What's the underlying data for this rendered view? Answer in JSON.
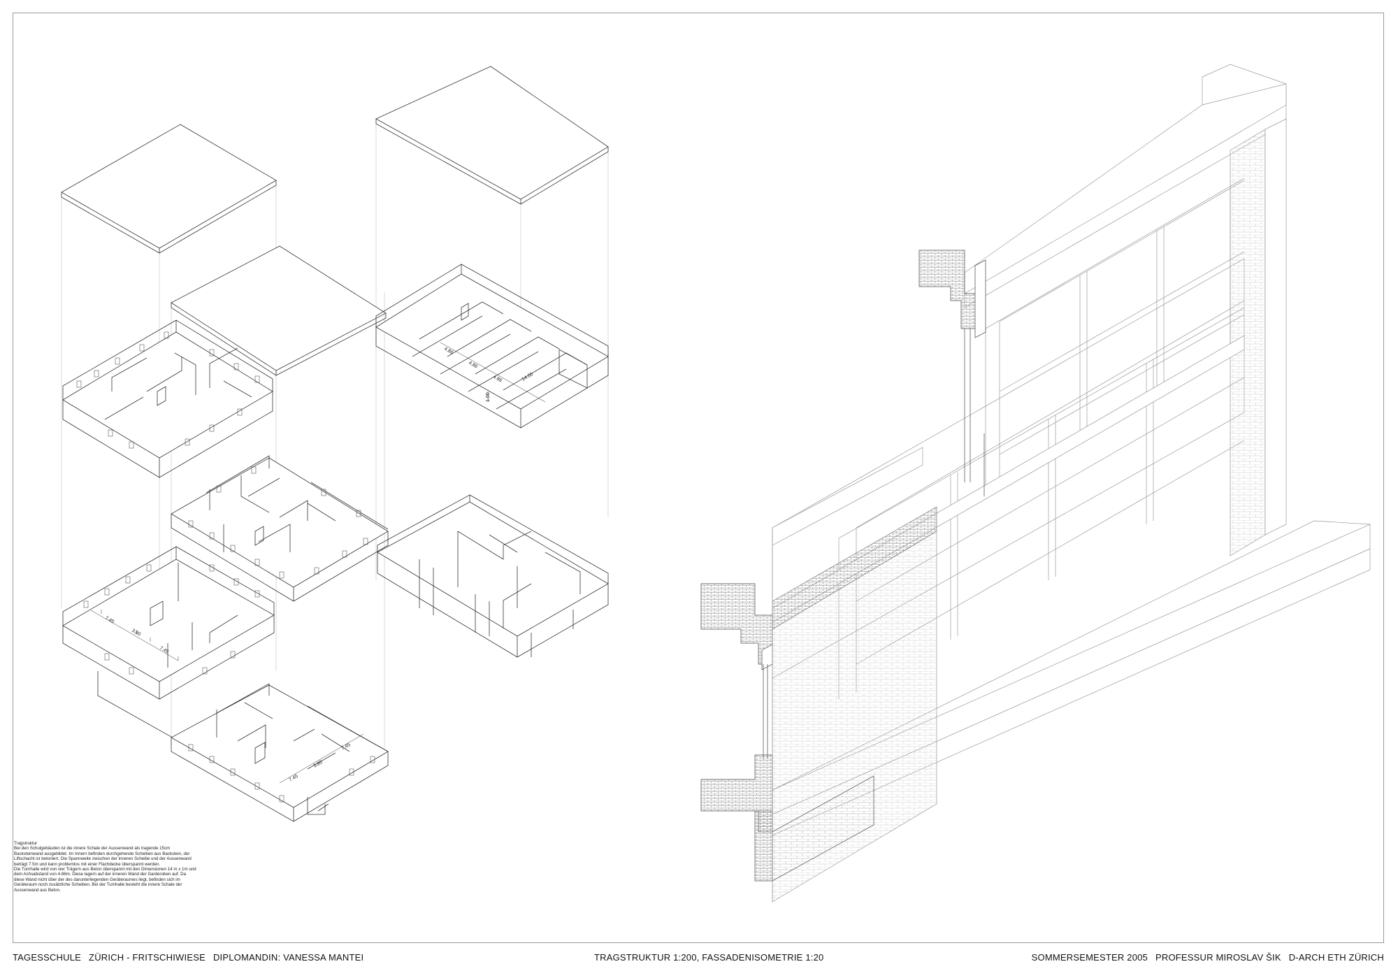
{
  "notes": {
    "title": "Tragstruktur",
    "paragraph_1": "Bei den Schulgebäuden ist die innere Schale der Aussenwand als tragende 15cm Backsteinwand ausgebildet. Im Innern befinden durchgehende Scheiben aus Backstein, der Liftschacht ist betoniert. Die Spannweite zwischen der inneren Scheibe und der Aussenwand beträgt 7.5m und kann problemlos mit einer Flachdecke überspannt werden.",
    "paragraph_2": "Die Turnhalle wird von vier Trägern aus Beton überspannt mit den Dimensionen 14 m x 1m und dem Achsabstand von 4.86m. Diese lagern auf der inneren Wand der Garderoben auf. Da diese Wand nicht über der des darunterliegenden Geräteraumes liegt, befinden sich im Geräteraum noch zusätzliche Scheiben. Bei der Turnhalle besteht die innere Schale der Aussenwand aus Beton."
  },
  "titleblock": {
    "project": "TAGESSCHULE",
    "location": "ZÜRICH - FRITSCHIWIESE",
    "author_label": "DIPLOMANDIN:",
    "author": "VANESSA MANTEI",
    "drawing": "TRAGSTRUKTUR 1:200, FASSADENISOMETRIE 1:20",
    "semester": "SOMMERSEMESTER 2005",
    "chair": "PROFESSUR MIROSLAV ŠIK",
    "institution": "D-ARCH ETH ZÜRICH"
  },
  "dimensions": {
    "gym_beam_spacing": [
      "4.86",
      "4.86",
      "4.86"
    ],
    "gym_span": "14.00",
    "gym_beam_depth": "1.00",
    "school_a_depths": [
      "7.45",
      "7.45"
    ],
    "school_a_core": "3.80",
    "school_b_depths": [
      "7.45",
      "7.45"
    ],
    "school_b_core": "3.80"
  }
}
